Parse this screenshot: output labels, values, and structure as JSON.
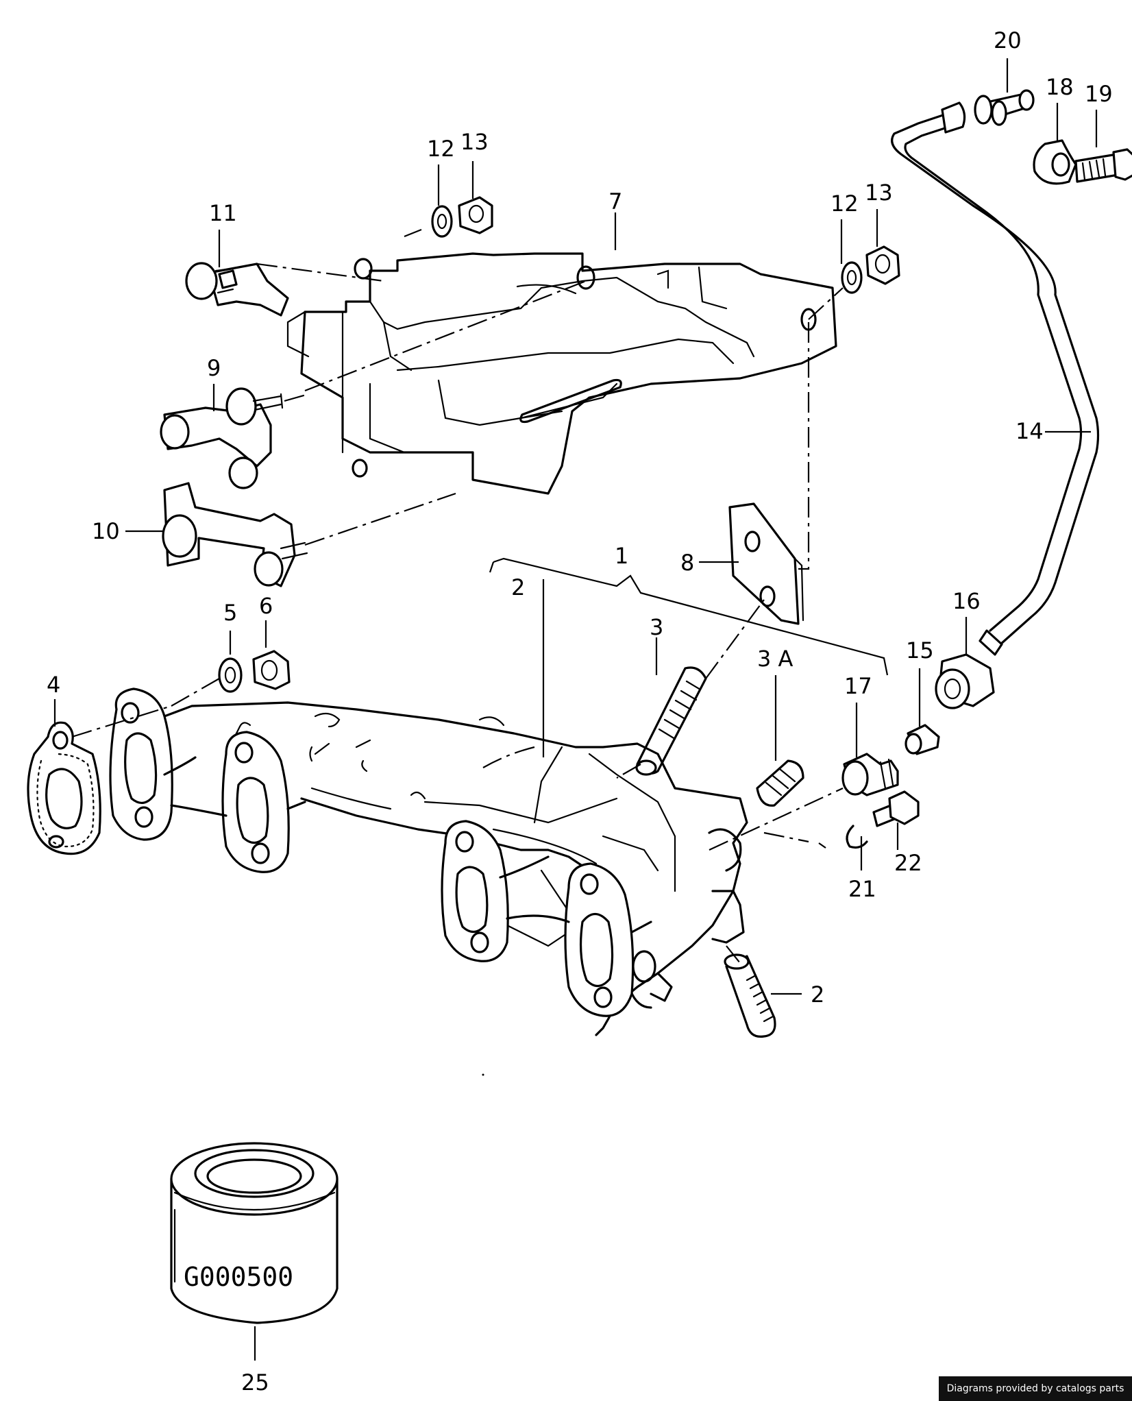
{
  "callouts": [
    {
      "id": "c1",
      "text": "1"
    },
    {
      "id": "c2a",
      "text": "2"
    },
    {
      "id": "c2b",
      "text": "2"
    },
    {
      "id": "c3",
      "text": "3"
    },
    {
      "id": "c3a",
      "text": "3 A"
    },
    {
      "id": "c4",
      "text": "4"
    },
    {
      "id": "c5",
      "text": "5"
    },
    {
      "id": "c6",
      "text": "6"
    },
    {
      "id": "c7",
      "text": "7"
    },
    {
      "id": "c8",
      "text": "8"
    },
    {
      "id": "c9",
      "text": "9"
    },
    {
      "id": "c10",
      "text": "10"
    },
    {
      "id": "c11",
      "text": "11"
    },
    {
      "id": "c12a",
      "text": "12"
    },
    {
      "id": "c13a",
      "text": "13"
    },
    {
      "id": "c12b",
      "text": "12"
    },
    {
      "id": "c13b",
      "text": "13"
    },
    {
      "id": "c14",
      "text": "14"
    },
    {
      "id": "c15",
      "text": "15"
    },
    {
      "id": "c16",
      "text": "16"
    },
    {
      "id": "c17",
      "text": "17"
    },
    {
      "id": "c18",
      "text": "18"
    },
    {
      "id": "c19",
      "text": "19"
    },
    {
      "id": "c20",
      "text": "20"
    },
    {
      "id": "c21",
      "text": "21"
    },
    {
      "id": "c22",
      "text": "22"
    },
    {
      "id": "c25",
      "text": "25"
    }
  ],
  "sealant_can_marking": "G000500",
  "credit": "Diagrams provided by catalogs parts"
}
